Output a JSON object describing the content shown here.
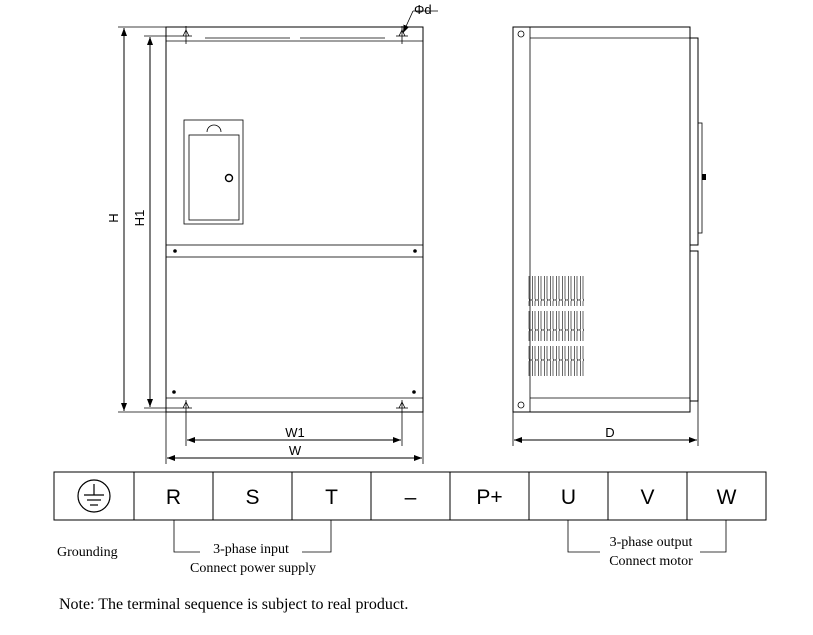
{
  "dimensions": {
    "height": "H",
    "height_mount": "H1",
    "width_mount": "W1",
    "width": "W",
    "depth": "D",
    "hole": "Φd"
  },
  "terminals": [
    "R",
    "S",
    "T",
    "–",
    "P+",
    "U",
    "V",
    "W"
  ],
  "ground_icon": "ground-symbol-icon",
  "labels": {
    "grounding": "Grounding",
    "input_line1": "3-phase input",
    "input_line2": "Connect power supply",
    "output_line1": "3-phase output",
    "output_line2": "Connect motor"
  },
  "note": "Note: The terminal sequence is subject to real product."
}
